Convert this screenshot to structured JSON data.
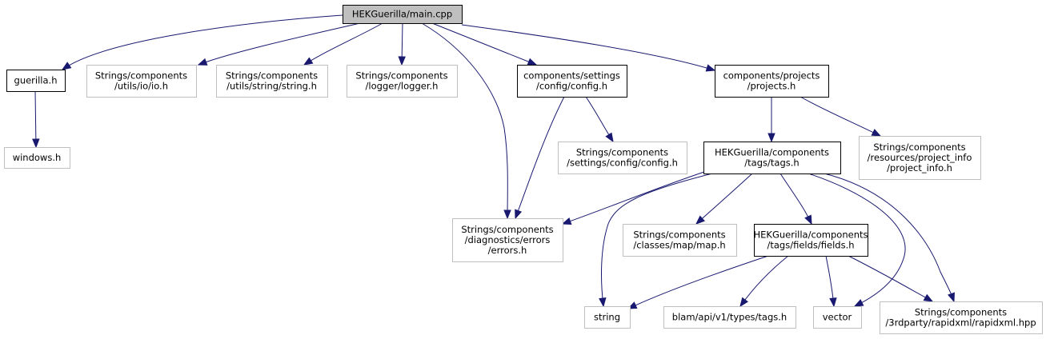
{
  "graph": {
    "colors": {
      "edge": "#191970",
      "root_fill": "#bfbfbf",
      "external_border": "#bfbfbf",
      "internal_border": "#000000"
    },
    "nodes": [
      {
        "id": "main_cpp",
        "lines": [
          "HEKGuerilla/main.cpp"
        ],
        "kind": "root"
      },
      {
        "id": "guerilla_h",
        "lines": [
          "guerilla.h"
        ],
        "kind": "internal"
      },
      {
        "id": "io_h",
        "lines": [
          "Strings/components",
          "/utils/io/io.h"
        ],
        "kind": "external"
      },
      {
        "id": "string_h",
        "lines": [
          "Strings/components",
          "/utils/string/string.h"
        ],
        "kind": "external"
      },
      {
        "id": "logger_h",
        "lines": [
          "Strings/components",
          "/logger/logger.h"
        ],
        "kind": "external"
      },
      {
        "id": "settings_config_h",
        "lines": [
          "components/settings",
          "/config/config.h"
        ],
        "kind": "internal"
      },
      {
        "id": "projects_h",
        "lines": [
          "components/projects",
          "/projects.h"
        ],
        "kind": "internal"
      },
      {
        "id": "windows_h",
        "lines": [
          "windows.h"
        ],
        "kind": "external"
      },
      {
        "id": "strings_config_h",
        "lines": [
          "Strings/components",
          "/settings/config/config.h"
        ],
        "kind": "external"
      },
      {
        "id": "tags_h",
        "lines": [
          "HEKGuerilla/components",
          "/tags/tags.h"
        ],
        "kind": "internal"
      },
      {
        "id": "project_info_h",
        "lines": [
          "Strings/components",
          "/resources/project_info",
          "/project_info.h"
        ],
        "kind": "external"
      },
      {
        "id": "errors_h",
        "lines": [
          "Strings/components",
          "/diagnostics/errors",
          "/errors.h"
        ],
        "kind": "external"
      },
      {
        "id": "map_h",
        "lines": [
          "Strings/components",
          "/classes/map/map.h"
        ],
        "kind": "external"
      },
      {
        "id": "fields_h",
        "lines": [
          "HEKGuerilla/components",
          "/tags/fields/fields.h"
        ],
        "kind": "internal"
      },
      {
        "id": "string",
        "lines": [
          "string"
        ],
        "kind": "external"
      },
      {
        "id": "blam_tags_h",
        "lines": [
          "blam/api/v1/types/tags.h"
        ],
        "kind": "external"
      },
      {
        "id": "vector",
        "lines": [
          "vector"
        ],
        "kind": "external"
      },
      {
        "id": "rapidxml_hpp",
        "lines": [
          "Strings/components",
          "/3rdparty/rapidxml/rapidxml.hpp"
        ],
        "kind": "external"
      }
    ],
    "edges": [
      {
        "from": "main_cpp",
        "to": "guerilla_h"
      },
      {
        "from": "main_cpp",
        "to": "io_h"
      },
      {
        "from": "main_cpp",
        "to": "string_h"
      },
      {
        "from": "main_cpp",
        "to": "logger_h"
      },
      {
        "from": "main_cpp",
        "to": "errors_h"
      },
      {
        "from": "main_cpp",
        "to": "settings_config_h"
      },
      {
        "from": "main_cpp",
        "to": "projects_h"
      },
      {
        "from": "guerilla_h",
        "to": "windows_h"
      },
      {
        "from": "settings_config_h",
        "to": "strings_config_h"
      },
      {
        "from": "settings_config_h",
        "to": "errors_h"
      },
      {
        "from": "projects_h",
        "to": "tags_h"
      },
      {
        "from": "projects_h",
        "to": "project_info_h"
      },
      {
        "from": "tags_h",
        "to": "errors_h"
      },
      {
        "from": "tags_h",
        "to": "map_h"
      },
      {
        "from": "tags_h",
        "to": "fields_h"
      },
      {
        "from": "tags_h",
        "to": "string"
      },
      {
        "from": "tags_h",
        "to": "vector"
      },
      {
        "from": "tags_h",
        "to": "rapidxml_hpp"
      },
      {
        "from": "fields_h",
        "to": "string"
      },
      {
        "from": "fields_h",
        "to": "blam_tags_h"
      },
      {
        "from": "fields_h",
        "to": "vector"
      },
      {
        "from": "fields_h",
        "to": "rapidxml_hpp"
      }
    ]
  }
}
